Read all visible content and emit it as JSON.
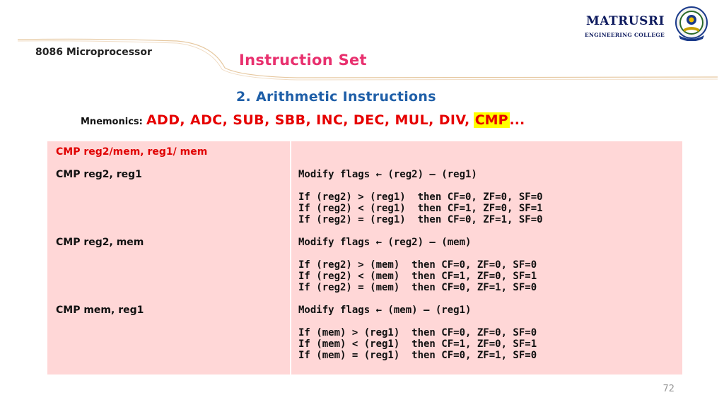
{
  "branding": {
    "name": "MATRUSRI",
    "subtitle": "ENGINEERING COLLEGE",
    "logo_icon": "college-seal-icon"
  },
  "header": {
    "subject": "8086 Microprocessor",
    "title": "Instruction Set",
    "subtitle": "2. Arithmetic Instructions"
  },
  "mnemonics": {
    "label": "Mnemonics:",
    "list": "ADD, ADC, SUB, SBB, INC, DEC, MUL, DIV,",
    "highlighted": "CMP",
    "ellipsis": "...",
    "highlight_color": "#ffff00",
    "text_color": "#e60000"
  },
  "panel": {
    "heading": "CMP reg2/mem, reg1/ mem",
    "background": "#ffd7d7",
    "sections": [
      {
        "name": "CMP reg2, reg1",
        "modify": "Modify flags ← (reg2) – (reg1)",
        "conditions": [
          "If (reg2) > (reg1)  then CF=0, ZF=0, SF=0",
          "If (reg2) < (reg1)  then CF=1, ZF=0, SF=1",
          "If (reg2) = (reg1)  then CF=0, ZF=1, SF=0"
        ]
      },
      {
        "name": "CMP reg2, mem",
        "modify": "Modify flags ← (reg2) – (mem)",
        "conditions": [
          "If (reg2) > (mem)  then CF=0, ZF=0, SF=0",
          "If (reg2) < (mem)  then CF=1, ZF=0, SF=1",
          "If (reg2) = (mem)  then CF=0, ZF=1, SF=0"
        ]
      },
      {
        "name": "CMP mem, reg1",
        "modify": "Modify flags ← (mem) – (reg1)",
        "conditions": [
          "If (mem) > (reg1)  then CF=0, ZF=0, SF=0",
          "If (mem) < (reg1)  then CF=1, ZF=0, SF=1",
          "If (mem) = (reg1)  then CF=0, ZF=1, SF=0"
        ]
      }
    ]
  },
  "page_number": "72"
}
